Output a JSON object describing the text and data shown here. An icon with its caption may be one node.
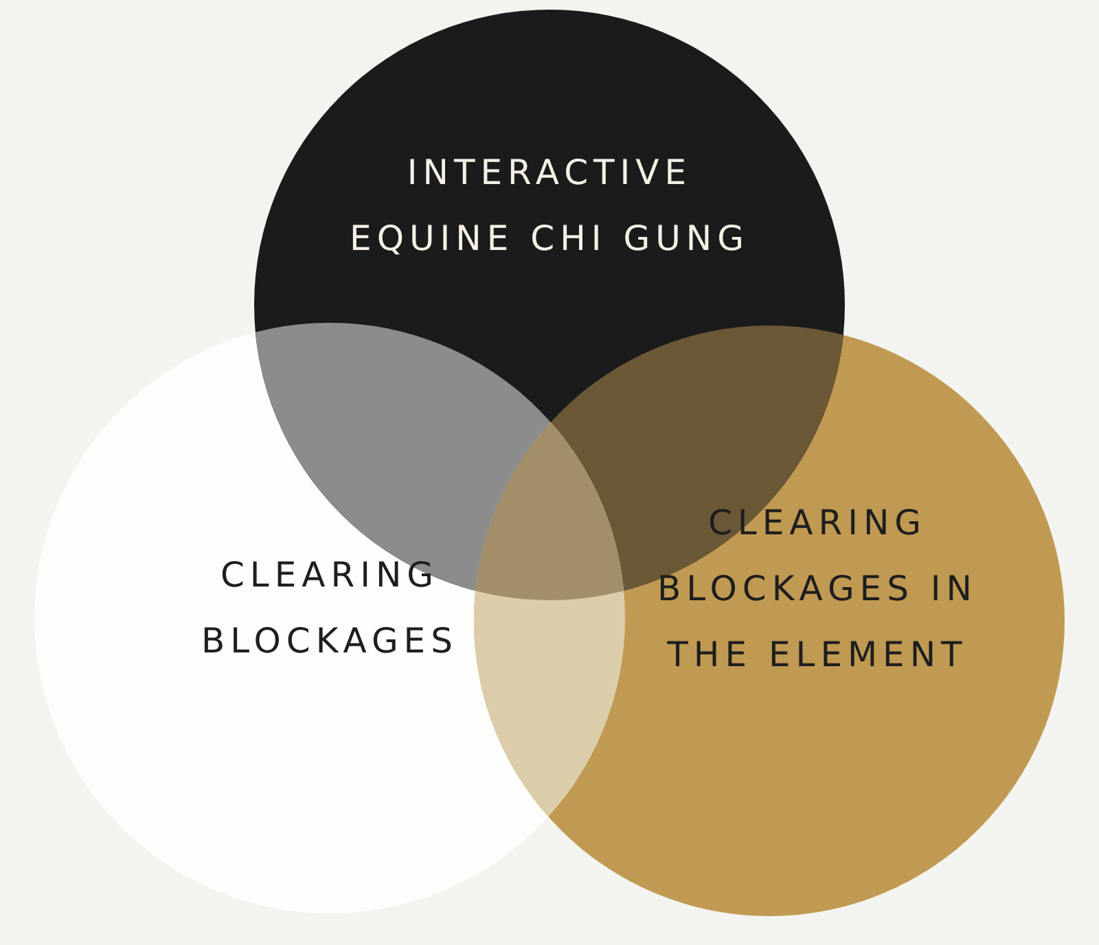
{
  "diagram": {
    "nodes": [
      {
        "text": [
          "INTERACTIVE EQUINE CHI GUNG"
        ]
      },
      {
        "text": [
          "CLEARING BLOCKAGES"
        ]
      },
      {
        "text": [
          "CLEARING BLOCKAGES IN THE ELEMENT"
        ]
      }
    ]
  }
}
